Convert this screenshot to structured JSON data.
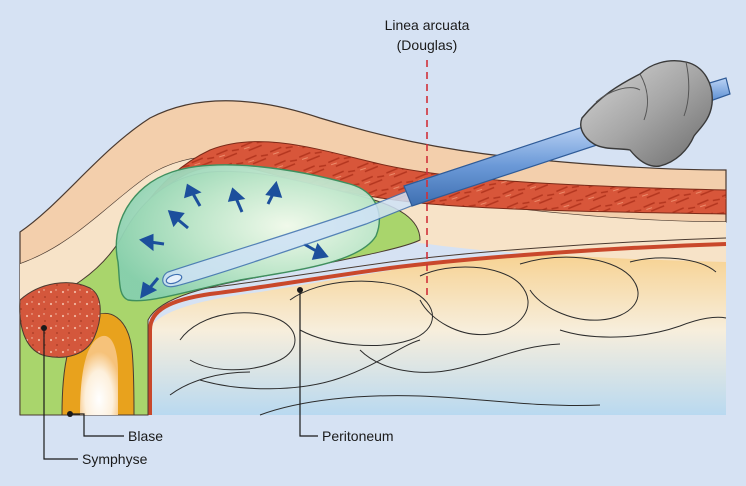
{
  "figure": {
    "labels": {
      "linea_arcuata_line1": "Linea arcuata",
      "linea_arcuata_line2": "(Douglas)",
      "blase": "Blase",
      "symphyse": "Symphyse",
      "peritoneum": "Peritoneum"
    },
    "colors": {
      "background": "#d6e2f3",
      "skin": "#f3d0b0",
      "fat": "#f7e4cc",
      "muscle": "#d8563a",
      "peritoneum": "#c9482b",
      "balloon": "#9fdcb4",
      "green_space": "#a7d46b",
      "bladder": "#e8a21d",
      "arrows": "#1c4f9c",
      "instrument": "#6c9ad8",
      "guide_line": "#d0303a"
    },
    "icons": [
      "dissection-balloon-trocar-icon",
      "expansion-arrow-icon"
    ]
  }
}
